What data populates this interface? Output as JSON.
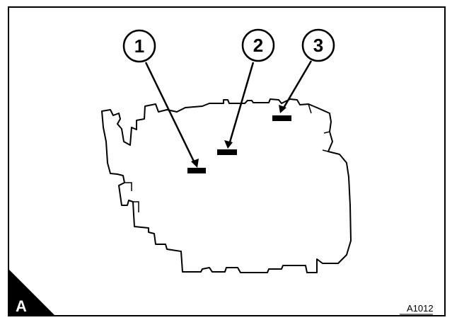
{
  "figure": {
    "corner_label": "A",
    "reference_code": "A1012",
    "callouts": [
      {
        "number": "1"
      },
      {
        "number": "2"
      },
      {
        "number": "3"
      }
    ],
    "colors": {
      "line": "#000000",
      "background": "#ffffff"
    }
  }
}
